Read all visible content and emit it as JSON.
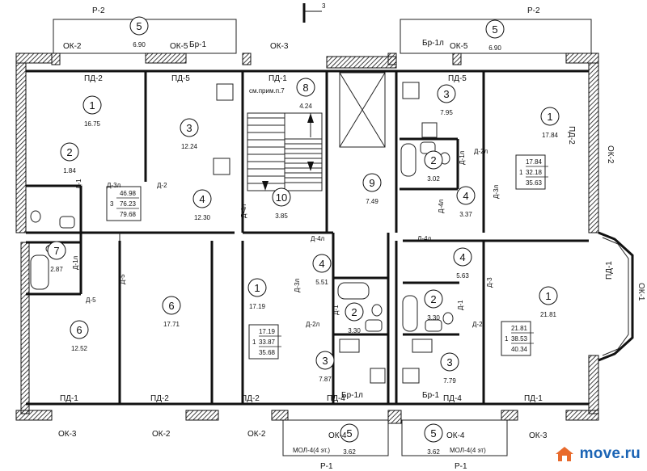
{
  "section_mark": "3",
  "balcony_marks": {
    "top": "Р-2",
    "bottom": "Р-1"
  },
  "windows": {
    "ok2": "ОК-2",
    "ok3": "ОК-3",
    "ok5": "ОК-5",
    "ok4": "ОК-4",
    "ok1": "ОК-1"
  },
  "lintels": {
    "pd1": "ПД-1",
    "pd2": "ПД-2",
    "pd4": "ПД-4",
    "pd5": "ПД-5"
  },
  "balcony_doors": {
    "br1": "Бр-1",
    "br1l": "Бр-1л"
  },
  "doors": {
    "d1": "Д-1",
    "d1l": "Д-1л",
    "d2": "Д-2",
    "d2l": "Д-2л",
    "d3": "Д-3",
    "d3l": "Д-3л",
    "d4": "Д-4",
    "d4l": "Д-4л",
    "d5": "Д-5"
  },
  "stair_note": "см.прим.п.7",
  "rooms": [
    {
      "n": "1",
      "area": "16.75"
    },
    {
      "n": "2",
      "area": "1.84"
    },
    {
      "n": "3",
      "area": "12.24"
    },
    {
      "n": "4",
      "area": "12.30"
    },
    {
      "n": "5",
      "area": "6.90"
    },
    {
      "n": "6",
      "area": "17.71"
    },
    {
      "n": "6",
      "area": "12.52"
    },
    {
      "n": "7",
      "area": "2.87"
    },
    {
      "n": "8",
      "area": "4.24"
    },
    {
      "n": "10",
      "area": "3.85"
    },
    {
      "n": "9",
      "area": "7.49"
    },
    {
      "n": "5",
      "area": "6.90"
    },
    {
      "n": "3",
      "area": "7.95"
    },
    {
      "n": "2",
      "area": "3.02"
    },
    {
      "n": "4",
      "area": "3.37"
    },
    {
      "n": "1",
      "area": "17.84"
    },
    {
      "n": "1",
      "area": "17.19"
    },
    {
      "n": "4",
      "area": "5.51"
    },
    {
      "n": "2",
      "area": "3.30"
    },
    {
      "n": "3",
      "area": "7.87"
    },
    {
      "n": "5",
      "area": "3.62"
    },
    {
      "n": "4",
      "area": "5.63"
    },
    {
      "n": "2",
      "area": "3.30"
    },
    {
      "n": "3",
      "area": "7.79"
    },
    {
      "n": "5",
      "area": "3.62"
    },
    {
      "n": "1",
      "area": "21.81"
    }
  ],
  "apartments": [
    {
      "living": "46.98",
      "rooms": "3",
      "total": "76.23",
      "total_balcony": "79.68"
    },
    {
      "living": "17.84",
      "rooms": "1",
      "total": "32.18",
      "total_balcony": "35.63"
    },
    {
      "living": "17.19",
      "rooms": "1",
      "total": "33.87",
      "total_balcony": "35.68"
    },
    {
      "living": "21.81",
      "rooms": "1",
      "total": "38.53",
      "total_balcony": "40.34"
    }
  ],
  "mol_left": "МОЛ-4(4 эт.)",
  "mol_right": "МОЛ-4(4 эт)",
  "logo": {
    "text": "move.ru",
    "color": "#1b64b5"
  }
}
